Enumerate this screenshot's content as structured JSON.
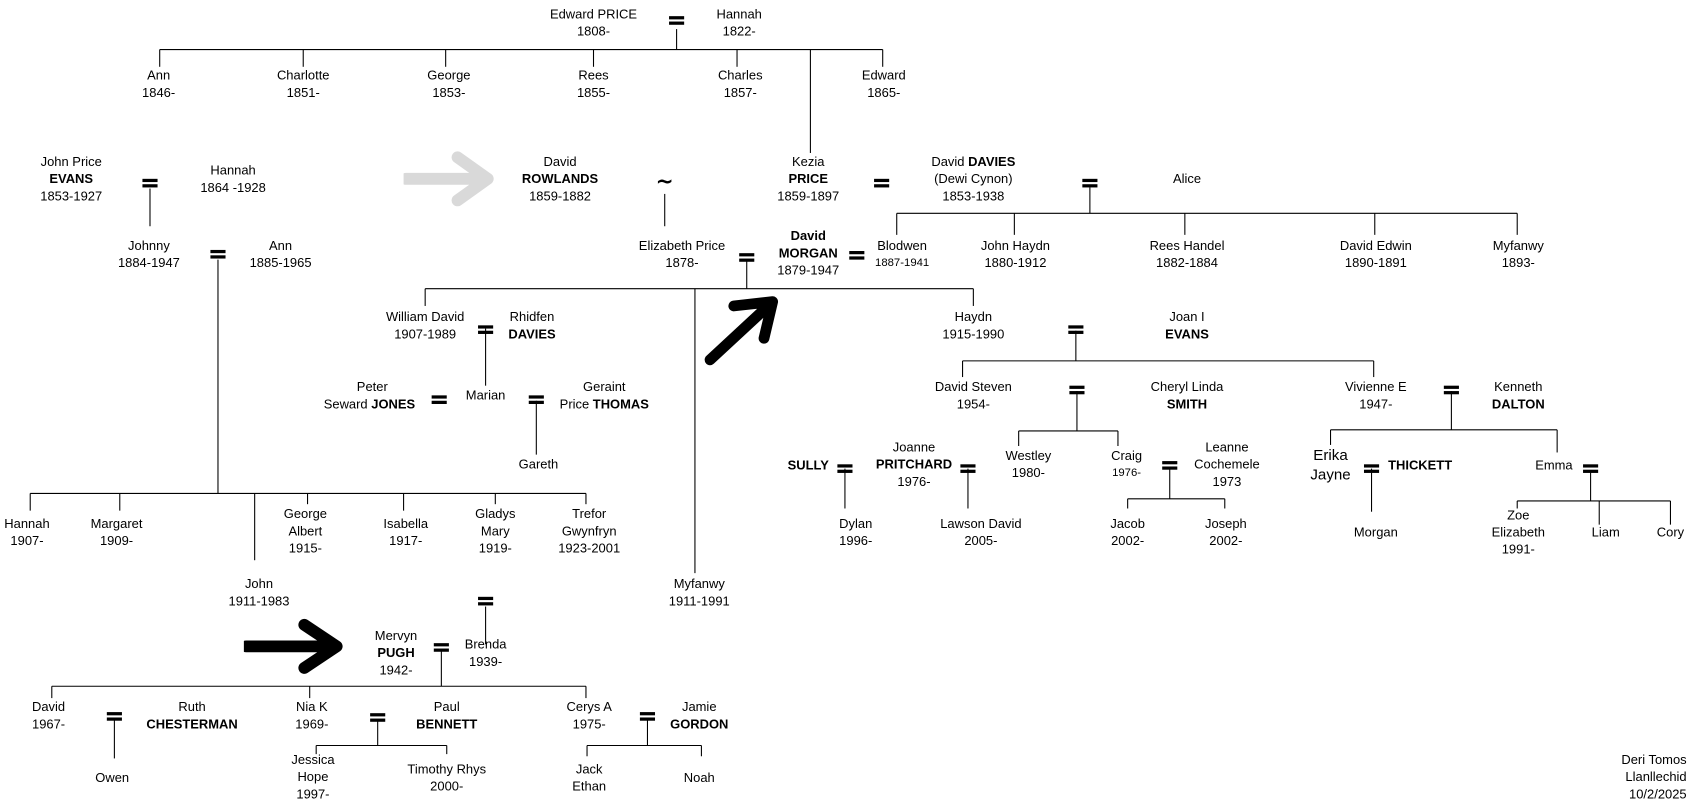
{
  "chart_data": {
    "type": "family_tree",
    "title": "",
    "people": {
      "edward_price": {
        "name": "Edward PRICE",
        "dates": "1808-"
      },
      "hannah_1822": {
        "name": "Hannah",
        "dates": "1822-"
      },
      "ann_1846": {
        "name": "Ann",
        "dates": "1846-"
      },
      "charlotte": {
        "name": "Charlotte",
        "dates": "1851-"
      },
      "george_1853": {
        "name": "George",
        "dates": "1853-"
      },
      "rees": {
        "name": "Rees",
        "dates": "1855-"
      },
      "charles": {
        "name": "Charles",
        "dates": "1857-"
      },
      "edward_1865": {
        "name": "Edward",
        "dates": "1865-"
      },
      "john_price_evans": {
        "given": "John Price",
        "surname": "EVANS",
        "dates": "1853-1927"
      },
      "hannah_1864": {
        "name": "Hannah",
        "dates": "1864 -1928"
      },
      "david_rowlands": {
        "given": "David",
        "surname": "ROWLANDS",
        "dates": "1859-1882"
      },
      "kezia_price": {
        "given": "Kezia",
        "surname": "PRICE",
        "dates": "1859-1897"
      },
      "david_davies": {
        "given": "David",
        "surname": "DAVIES",
        "alias": "(Dewi Cynon)",
        "dates": "1853-1938"
      },
      "alice": {
        "name": "Alice"
      },
      "johnny": {
        "name": "Johnny",
        "dates": "1884-1947"
      },
      "ann_1885": {
        "name": "Ann",
        "dates": "1885-1965"
      },
      "elizabeth_price": {
        "name": "Elizabeth Price",
        "dates": "1878-"
      },
      "david_morgan": {
        "given": "David",
        "surname": "MORGAN",
        "dates": "1879-1947"
      },
      "blodwen": {
        "name": "Blodwen",
        "dates": "1887-1941"
      },
      "john_haydn": {
        "name": "John Haydn",
        "dates": "1880-1912"
      },
      "rees_handel": {
        "name": "Rees Handel",
        "dates": "1882-1884"
      },
      "david_edwin": {
        "name": "David Edwin",
        "dates": "1890-1891"
      },
      "myfanwy_1893": {
        "name": "Myfanwy",
        "dates": "1893-"
      },
      "william_david": {
        "name": "William David",
        "dates": "1907-1989"
      },
      "rhidfen_davies": {
        "given": "Rhidfen",
        "surname": "DAVIES"
      },
      "peter_jones": {
        "given": "Peter",
        "given2": "Seward",
        "surname": "JONES"
      },
      "marian": {
        "name": "Marian"
      },
      "geraint_thomas": {
        "given": "Geraint",
        "given2": "Price",
        "surname": "THOMAS"
      },
      "gareth": {
        "name": "Gareth"
      },
      "haydn": {
        "name": "Haydn",
        "dates": "1915-1990"
      },
      "joan_evans": {
        "given": "Joan I",
        "surname": "EVANS"
      },
      "david_steven": {
        "name": "David Steven",
        "dates": "1954-"
      },
      "cheryl_smith": {
        "given": "Cheryl Linda",
        "surname": "SMITH"
      },
      "vivienne": {
        "name": "Vivienne E",
        "dates": "1947-"
      },
      "kenneth_dalton": {
        "given": "Kenneth",
        "surname": "DALTON"
      },
      "sully": {
        "surname": "SULLY"
      },
      "joanne_pritchard": {
        "given": "Joanne",
        "surname": "PRITCHARD",
        "dates": "1976-"
      },
      "westley": {
        "name": "Westley",
        "dates": "1980-"
      },
      "craig": {
        "name": "Craig",
        "dates": "1976-"
      },
      "leanne": {
        "given": "Leanne",
        "given2": "Cochemele",
        "dates": "1973"
      },
      "erika": {
        "given": "Erika",
        "given2": "Jayne"
      },
      "thickett": {
        "surname": "THICKETT"
      },
      "emma": {
        "name": "Emma"
      },
      "dylan": {
        "name": "Dylan",
        "dates": "1996-"
      },
      "lawson": {
        "name": "Lawson David",
        "dates": "2005-"
      },
      "jacob": {
        "name": "Jacob",
        "dates": "2002-"
      },
      "joseph": {
        "name": "Joseph",
        "dates": "2002-"
      },
      "morgan": {
        "name": "Morgan"
      },
      "zoe": {
        "given": "Zoe",
        "given2": "Elizabeth",
        "dates": "1991-"
      },
      "liam": {
        "name": "Liam"
      },
      "cory": {
        "name": "Cory"
      },
      "hannah_1907": {
        "name": "Hannah",
        "dates": "1907-"
      },
      "margaret": {
        "name": "Margaret",
        "dates": "1909-"
      },
      "george_albert": {
        "given": "George",
        "given2": "Albert",
        "dates": "1915-"
      },
      "isabella": {
        "name": "Isabella",
        "dates": "1917-"
      },
      "gladys_mary": {
        "given": "Gladys",
        "given2": "Mary",
        "dates": "1919-"
      },
      "trefor": {
        "given": "Trefor",
        "given2": "Gwynfryn",
        "dates": "1923-2001"
      },
      "john_1911": {
        "name": "John",
        "dates": "1911-1983"
      },
      "myfanwy_1911": {
        "name": "Myfanwy",
        "dates": "1911-1991"
      },
      "mervyn_pugh": {
        "given": "Mervyn",
        "surname": "PUGH",
        "dates": "1942-"
      },
      "brenda": {
        "name": "Brenda",
        "dates": "1939-"
      },
      "david_1967": {
        "name": "David",
        "dates": "1967-"
      },
      "ruth": {
        "given": "Ruth",
        "surname": "CHESTERMAN"
      },
      "nia": {
        "name": "Nia K",
        "dates": "1969-"
      },
      "paul": {
        "given": "Paul",
        "surname": "BENNETT"
      },
      "cerys": {
        "name": "Cerys A",
        "dates": "1975-"
      },
      "jamie": {
        "given": "Jamie",
        "surname": "GORDON"
      },
      "owen": {
        "name": "Owen"
      },
      "jessica": {
        "given": "Jessica",
        "given2": "Hope",
        "dates": "1997-"
      },
      "timothy": {
        "name": "Timothy Rhys",
        "dates": "2000-"
      },
      "jack": {
        "given": "Jack",
        "given2": "Ethan"
      },
      "noah": {
        "name": "Noah"
      }
    },
    "symbols": {
      "marriage": "=",
      "union": "~"
    }
  },
  "footer": {
    "author": "Deri Tomos",
    "place": "Llanllechid",
    "date": "10/2/2025"
  },
  "colors": {
    "line": "#000000",
    "text": "#000000",
    "arrow_grey": "#d9d9d9",
    "arrow_black": "#000000"
  }
}
